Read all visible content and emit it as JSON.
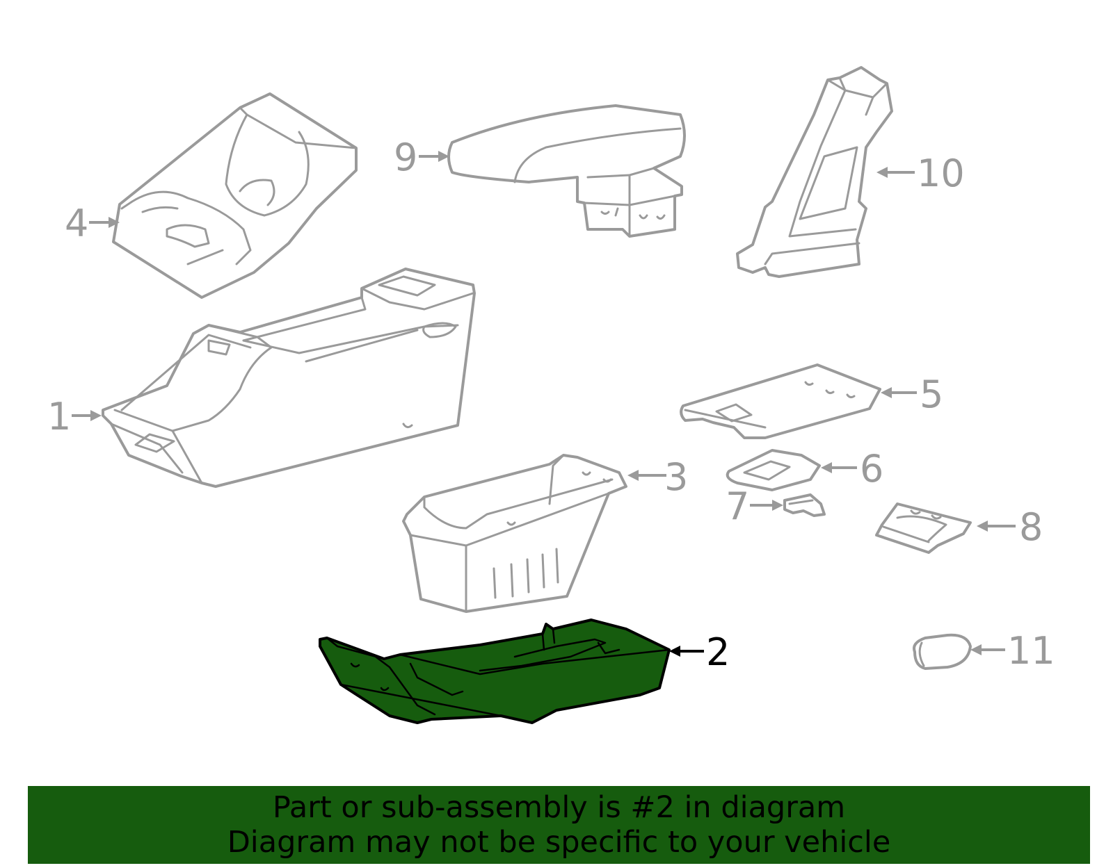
{
  "highlight_color": "#165c0e",
  "callouts": {
    "c1": "1",
    "c2": "2",
    "c3": "3",
    "c4": "4",
    "c5": "5",
    "c6": "6",
    "c7": "7",
    "c8": "8",
    "c9": "9",
    "c10": "10",
    "c11": "11"
  },
  "highlighted_part": "2",
  "banner": {
    "line1": "Part or sub-assembly is #2 in diagram",
    "line2": "Diagram may not be specific to your vehicle"
  }
}
